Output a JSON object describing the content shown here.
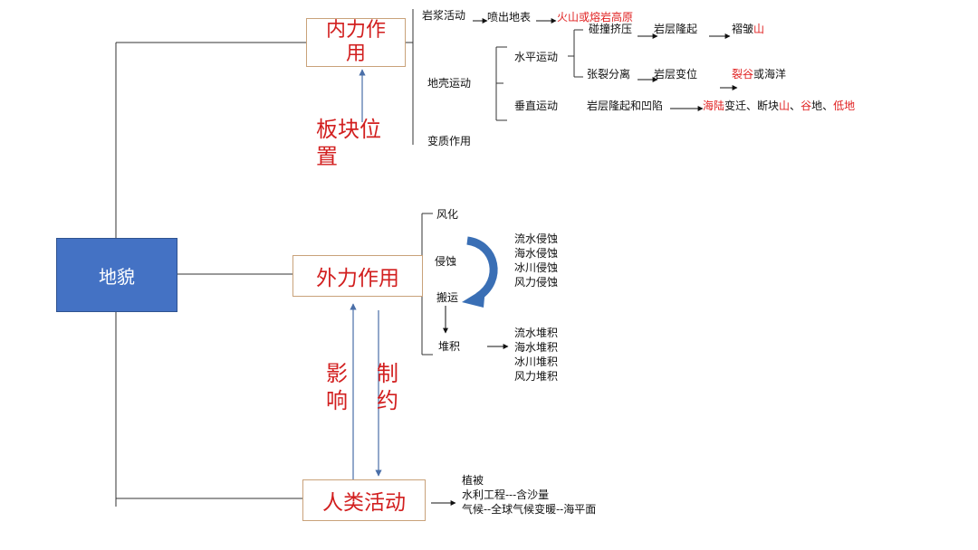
{
  "root": "地貌",
  "internal": {
    "title": "内力作用",
    "magma": {
      "label": "岩浆活动",
      "step": "喷出地表",
      "result": "火山或熔岩高原"
    },
    "crustal": {
      "label": "地壳运动",
      "horizontal": {
        "label": "水平运动",
        "collision": {
          "label": "碰撞挤压",
          "step": "岩层隆起",
          "result": {
            "a": "褶皱",
            "b": "山"
          }
        },
        "rift": {
          "label": "张裂分离",
          "step": "岩层变位",
          "result": {
            "a": "裂谷",
            "b": "或海洋"
          }
        }
      },
      "vertical": {
        "label": "垂直运动",
        "step": "岩层隆起和凹陷",
        "result": {
          "p1": "海陆",
          "p2": "变迁、断块",
          "p3": "山",
          "p4": "、",
          "p5": "谷",
          "p6": "地、",
          "p7": "低地"
        }
      }
    },
    "metamorphism": "变质作用",
    "plate": {
      "line1": "板块位",
      "line2": "置"
    }
  },
  "external": {
    "title": "外力作用",
    "weathering": "风化",
    "erosion": "侵蚀",
    "transport": "搬运",
    "deposition": "堆积",
    "erosion_types": [
      "流水侵蚀",
      "海水侵蚀",
      "冰川侵蚀",
      "风力侵蚀"
    ],
    "deposition_types": [
      "流水堆积",
      "海水堆积",
      "冰川堆积",
      "风力堆积"
    ],
    "influence": {
      "c1": "影",
      "c2": "响"
    },
    "constraint": {
      "c1": "制",
      "c2": "约"
    }
  },
  "human": {
    "title": "人类活动",
    "items": [
      "植被",
      "水利工程---含沙量",
      "气候--全球气候变暖--海平面"
    ]
  },
  "colors": {
    "root_fill": "#4472c4",
    "accent_red": "#d21f1f",
    "box_border": "#c9a27a",
    "flow_arrow": "#3a6fb5"
  }
}
